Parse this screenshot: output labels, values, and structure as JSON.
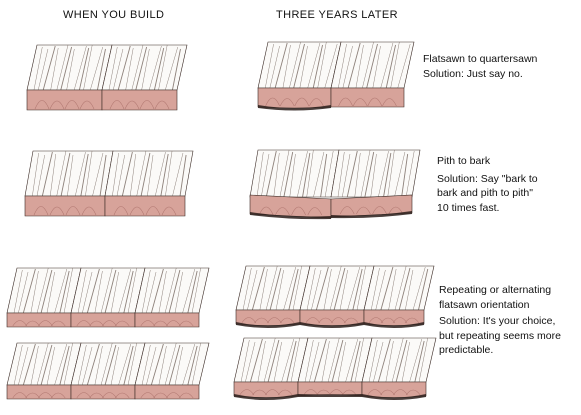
{
  "headers": {
    "left": "WHEN YOU BUILD",
    "right": "THREE YEARS LATER"
  },
  "rows": [
    {
      "title": "Flatsawn to quartersawn",
      "solution": "Solution: Just say no."
    },
    {
      "title": "Pith to bark",
      "solution": "Solution: Say \"bark to bark and pith to pith\" 10 times fast."
    },
    {
      "title": "Repeating or alternating flatsawn orientation",
      "solution": "Solution: It's your choice, but repeating seems more predictable."
    }
  ],
  "colors": {
    "end_grain": "#d7a39a",
    "grain_line": "#6a5a52",
    "edge": "#3a2a25",
    "shadow": "#2a1d1a"
  }
}
